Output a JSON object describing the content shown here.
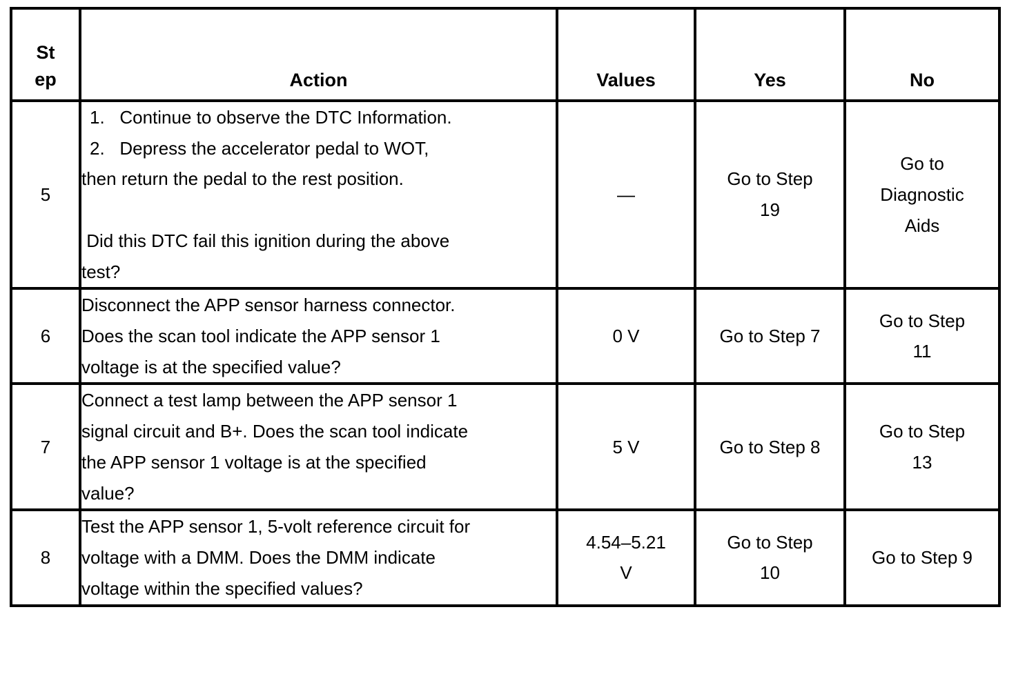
{
  "table": {
    "headers": {
      "step": "Step",
      "step_line1": "St",
      "step_line2": "ep",
      "action": "Action",
      "values": "Values",
      "yes": "Yes",
      "no": "No"
    },
    "rows": [
      {
        "step": "5",
        "action_lines": [
          "1.   Continue to observe the DTC Information.",
          "2.   Depress the accelerator pedal to WOT,",
          "then return the pedal to the rest position.",
          "",
          " Did this DTC fail this ignition during the above",
          "test?"
        ],
        "values": [
          "—"
        ],
        "yes": [
          "Go to Step",
          "19"
        ],
        "no": [
          "Go to",
          "Diagnostic",
          "Aids"
        ]
      },
      {
        "step": "6",
        "action_lines": [
          "Disconnect the APP sensor harness connector.",
          "Does the scan tool indicate the APP sensor 1",
          "voltage is at the specified value?"
        ],
        "values": [
          "0 V"
        ],
        "yes": [
          "Go to Step 7"
        ],
        "no": [
          "Go to Step",
          "11"
        ]
      },
      {
        "step": "7",
        "action_lines": [
          "Connect a test lamp between the APP sensor 1",
          "signal circuit and B+. Does the scan tool indicate",
          "the APP sensor 1 voltage is at the specified",
          "value?"
        ],
        "values": [
          "5 V"
        ],
        "yes": [
          "Go to Step 8"
        ],
        "no": [
          "Go to Step",
          "13"
        ]
      },
      {
        "step": "8",
        "action_lines": [
          "Test the APP sensor 1, 5-volt reference circuit for",
          "voltage with a DMM. Does the DMM indicate",
          "voltage within the specified values?"
        ],
        "values": [
          "4.54–5.21",
          "V"
        ],
        "yes": [
          "Go to Step",
          "10"
        ],
        "no": [
          "Go to Step 9"
        ]
      }
    ]
  }
}
